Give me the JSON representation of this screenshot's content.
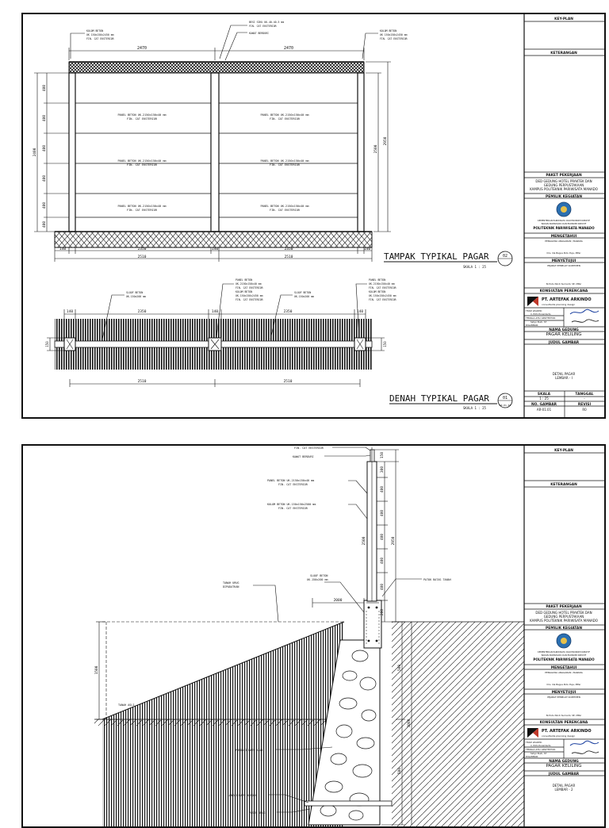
{
  "sheet1": {
    "view_title_front": "TAMPAK TYPIKAL PAGAR",
    "view_scale_front": "SKALA 1 : 25",
    "view_no_front": "02",
    "view_ref_front": "",
    "view_title_plan": "DENAH TYPIKAL PAGAR",
    "view_scale_plan": "SKALA 1 : 25",
    "view_no_plan": "01",
    "view_ref_plan": "AR-01.01",
    "top_dims": [
      "2470",
      "2470"
    ],
    "bottom_dims": [
      "140",
      "2350",
      "140",
      "2350",
      "140"
    ],
    "overall_dims": [
      "2510",
      "2510"
    ],
    "left_dims": [
      "400",
      "400",
      "400",
      "400",
      "400",
      "400"
    ],
    "left_total": "2400",
    "right_dims": [
      "2500",
      "2950"
    ],
    "front_labels": {
      "kolom_left": [
        "KOLOM BETON",
        "UK 150x150x2450 mm",
        "FIN. CAT EKSTERIOR"
      ],
      "besi_top": [
        "BESI SIKU UK.40.40.5 mm",
        "FIN. CAT EKSTERIOR"
      ],
      "kawat_top": [
        "KAWAT BERDURI"
      ],
      "kolom_right": [
        "KOLOM BETON",
        "UK 150x150x2450 mm",
        "FIN. CAT EKSTERIOR"
      ],
      "panel_1": [
        "PANEL BETON UK.2150x150x40 mm",
        "FIN. CAT EKSTERIOR"
      ],
      "panel_2": [
        "PANEL BETON UK.2150x150x40 mm",
        "FIN. CAT EKSTERIOR"
      ]
    },
    "plan_dims_top": [
      "140",
      "2350",
      "140",
      "2350",
      "140"
    ],
    "plan_dims_bottom": [
      "2510",
      "2510"
    ],
    "plan_side_dim": "150",
    "plan_labels": {
      "sloof1": [
        "SLOOF BETON",
        "UK.150x200 mm"
      ],
      "panel_a": [
        "PANEL BETON",
        "UK.2150x150x40 mm",
        "FIN. CAT EKSTERIOR",
        "KOLOM BETON",
        "UK.150x150x2450 mm",
        "FIN. CAT EKSTERIOR"
      ],
      "sloof2": [
        "SLOOF BETON",
        "UK.150x200 mm"
      ],
      "panel_b": [
        "PANEL BETON",
        "UK.2150x150x40 mm",
        "FIN. CAT EKSTERIOR",
        "KOLOM BETON",
        "UK.150x150x2450 mm",
        "FIN. CAT EKSTERIOR"
      ]
    }
  },
  "sheet2": {
    "labels": {
      "fin_cat": "FIN. CAT EKSTERIOR",
      "kawat": "KAWAT BERDURI",
      "panel": [
        "PANEL BETON UK.2150x150x40 mm",
        "FIN. CAT EKSTERIOR"
      ],
      "kolom": [
        "KOLOM BETON UK.150x150x2500 mm",
        "FIN. CAT EKSTERIOR"
      ],
      "tanah_urug": [
        "TANAH URUG",
        "DIPADATKAN"
      ],
      "sloof": [
        "SLOOF BETON",
        "UK.150x200 mm"
      ],
      "patok": "PATOK BATAS TANAH",
      "tanah_asli": "TANAH ASLI",
      "pondasi": "PONDASI BATU KALI",
      "lantai_kosong": "LANTAI BATU KOSONG",
      "pasir_urug": "PASIR URUG"
    },
    "dims": {
      "horizontal": "2000",
      "left_v": "1500",
      "mid_v": "2500",
      "right_v": "2950",
      "col_dims": [
        "150",
        "300",
        "400",
        "400",
        "400",
        "400",
        "400",
        "200",
        "500",
        "500"
      ],
      "found_v": "3000"
    }
  },
  "title_block": {
    "key_plan": "KEY-PLAN",
    "keterangan": "KETERANGAN",
    "paket": "PAKET PEKERJAAN",
    "paket_text": [
      "DED GEDUNG HOTEL PRAKTEK DAN",
      "GEDUNG PERPUSTAKAAN",
      "KAMPUS POLITEKNIK PARIWISATA MANADO"
    ],
    "pemilik": "PEMILIK KEGIATAN",
    "ministry_lines": [
      "KEMENTERIAN PARIWISATA DAN EKONOMI KREATIF",
      "BADAN PARIWISATA DAN EKONOMI KREATIF"
    ],
    "institution": "POLITEKNIK PARIWISATA MANADO",
    "mengetahui": "MENGETAHUI",
    "mengetahui_role": "PENGGUNA ANGGARAN / BARANG",
    "mengetahui_name": "Drs. Ida Bagus Putu Puja, MPar",
    "menyetujui": "MENYETUJUI",
    "menyetujui_role": "PEJABAT PEMBUAT KOMITMEN",
    "menyetujui_name": "Ni Putu Nindi Sumardi, SE, MPar",
    "konsultan": "KONSULTAN PERENCANA",
    "company": "PT. ARTEFAK ARKINDO",
    "company_sub": "consultants  planning  design",
    "team_leader": "TEAM LEADER:",
    "team_leader_name": "Ir. Edhi Purwidarto",
    "tenaga_ahli": "TENAGA AHLI ARSITEKTUR:",
    "tenaga_ahli_name": "Setyo Budi, ST",
    "digambar": "DIGAMBAR:",
    "digambar_name": "Yosi Nurrahman, ST",
    "nama_gedung": "NAMA GEDUNG",
    "gedung": "PAGAR KELILING",
    "judul_gambar": "JUDUL GAMBAR",
    "judul_1": [
      "DETAIL PAGAR",
      "LEMBAR - I"
    ],
    "judul_2": [
      "DETAIL PAGAR",
      "LEMBAR - 2"
    ],
    "skala": "SKALA",
    "tanggal": "TANGGAL",
    "skala_val": "1 : 25",
    "tanggal_val": "-",
    "no_gambar": "NO. GAMBAR",
    "revisi": "REVISI",
    "no_gambar_val": "AR-01.01",
    "revisi_val": "R0"
  }
}
